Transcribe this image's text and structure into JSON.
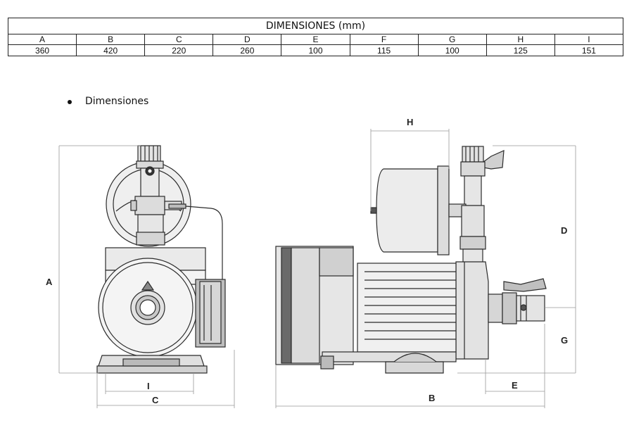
{
  "table": {
    "title": "DIMENSIONES (mm)",
    "headers": [
      "A",
      "B",
      "C",
      "D",
      "E",
      "F",
      "G",
      "H",
      "I"
    ],
    "values": [
      "360",
      "420",
      "220",
      "260",
      "100",
      "115",
      "100",
      "125",
      "151"
    ]
  },
  "bullet": {
    "text": "Dimensiones"
  },
  "drawing_labels": {
    "A": "A",
    "B": "B",
    "C": "C",
    "D": "D",
    "E": "E",
    "G": "G",
    "H": "H",
    "I": "I"
  },
  "colors": {
    "line": "#2b2b2b",
    "fill_light": "#e9e9e9",
    "fill_mid": "#d0d0d0",
    "fill_dark": "#6a6a6a"
  }
}
